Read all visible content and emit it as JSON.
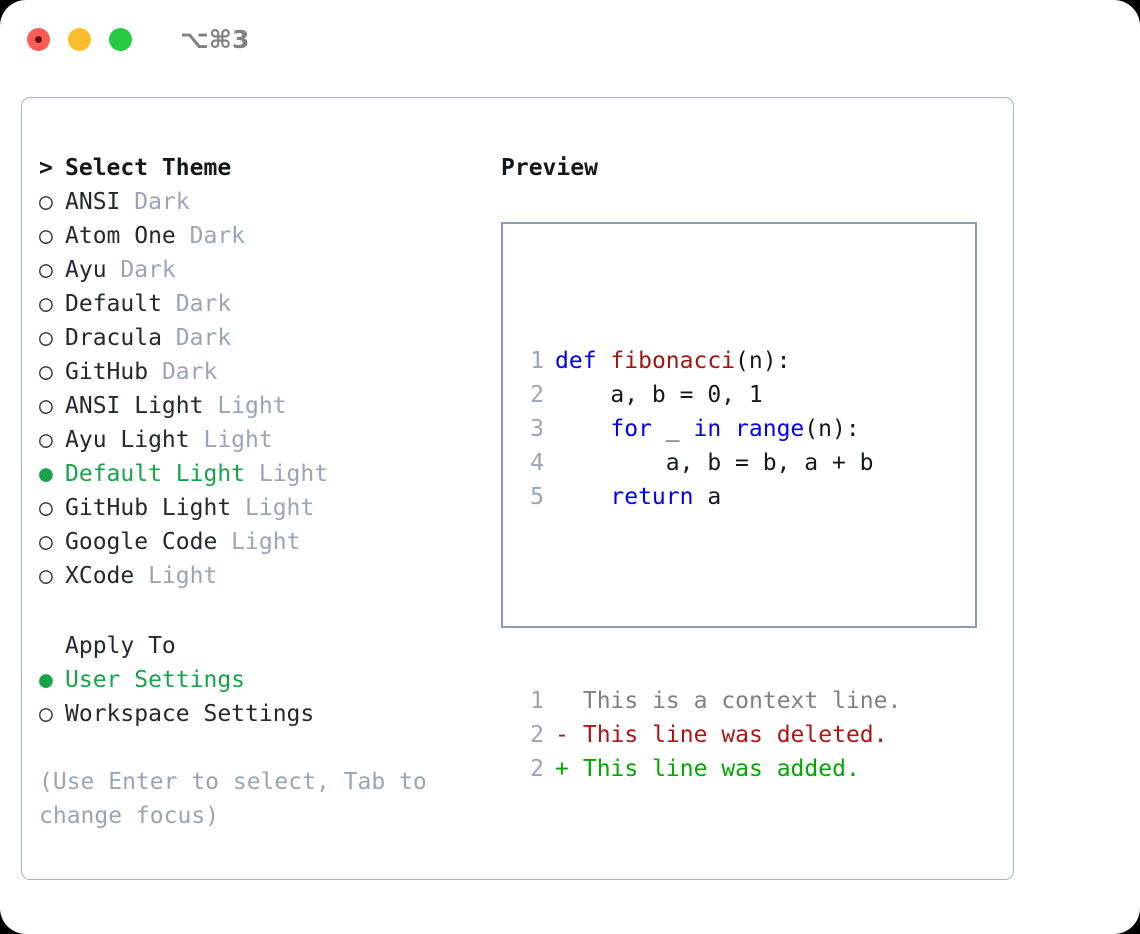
{
  "window": {
    "shortcut": "⌥⌘3",
    "traffic_lights": [
      "close-red",
      "minimize-yellow",
      "zoom-green"
    ]
  },
  "theme_picker": {
    "header_marker": ">",
    "header_label": "Select Theme",
    "marker_selected": "●",
    "marker_unselected": "○",
    "items": [
      {
        "marker": "○",
        "label": "ANSI",
        "suffix": "Dark",
        "selected": false
      },
      {
        "marker": "○",
        "label": "Atom One",
        "suffix": "Dark",
        "selected": false
      },
      {
        "marker": "○",
        "label": "Ayu",
        "suffix": "Dark",
        "selected": false
      },
      {
        "marker": "○",
        "label": "Default",
        "suffix": "Dark",
        "selected": false
      },
      {
        "marker": "○",
        "label": "Dracula",
        "suffix": "Dark",
        "selected": false
      },
      {
        "marker": "○",
        "label": "GitHub",
        "suffix": "Dark",
        "selected": false
      },
      {
        "marker": "○",
        "label": "ANSI Light",
        "suffix": "Light",
        "selected": false
      },
      {
        "marker": "○",
        "label": "Ayu Light",
        "suffix": "Light",
        "selected": false
      },
      {
        "marker": "●",
        "label": "Default Light",
        "suffix": "Light",
        "selected": true
      },
      {
        "marker": "○",
        "label": "GitHub Light",
        "suffix": "Light",
        "selected": false
      },
      {
        "marker": "○",
        "label": "Google Code",
        "suffix": "Light",
        "selected": false
      },
      {
        "marker": "○",
        "label": "XCode",
        "suffix": "Light",
        "selected": false
      }
    ]
  },
  "apply_to": {
    "header_label": "Apply To",
    "options": [
      {
        "marker": "●",
        "label": "User Settings",
        "selected": true
      },
      {
        "marker": "○",
        "label": "Workspace Settings",
        "selected": false
      }
    ]
  },
  "hint": "(Use Enter to select, Tab to\nchange focus)",
  "preview": {
    "title": "Preview",
    "code_lines": [
      {
        "num": "1",
        "tokens": [
          {
            "t": "def",
            "c": "kw"
          },
          {
            "t": " ",
            "c": "plain"
          },
          {
            "t": "fibonacci",
            "c": "fn"
          },
          {
            "t": "(n):",
            "c": "plain"
          }
        ]
      },
      {
        "num": "2",
        "tokens": [
          {
            "t": "    a, b = 0, 1",
            "c": "plain"
          }
        ]
      },
      {
        "num": "3",
        "tokens": [
          {
            "t": "    ",
            "c": "plain"
          },
          {
            "t": "for",
            "c": "kw"
          },
          {
            "t": " _ ",
            "c": "plain"
          },
          {
            "t": "in",
            "c": "kw"
          },
          {
            "t": " ",
            "c": "plain"
          },
          {
            "t": "range",
            "c": "kw"
          },
          {
            "t": "(n):",
            "c": "plain"
          }
        ]
      },
      {
        "num": "4",
        "tokens": [
          {
            "t": "        a, b = b, a + b",
            "c": "plain"
          }
        ]
      },
      {
        "num": "5",
        "tokens": [
          {
            "t": "    ",
            "c": "plain"
          },
          {
            "t": "return",
            "c": "kw"
          },
          {
            "t": " a",
            "c": "plain"
          }
        ]
      }
    ],
    "diff_lines": [
      {
        "num": "1",
        "sign": " ",
        "text": "This is a context line.",
        "kind": "context"
      },
      {
        "num": "2",
        "sign": "-",
        "text": "This line was deleted.",
        "kind": "deleted"
      },
      {
        "num": "2",
        "sign": "+",
        "text": "This line was added.",
        "kind": "added"
      }
    ]
  },
  "colors": {
    "selected_green": "#16a34a",
    "diff_added_green": "#00a800",
    "diff_deleted_red": "#b01414",
    "keyword_blue": "#0000ee",
    "function_red": "#a01515",
    "muted_grey": "#9aa5b4",
    "border": "#a7b3c2"
  }
}
